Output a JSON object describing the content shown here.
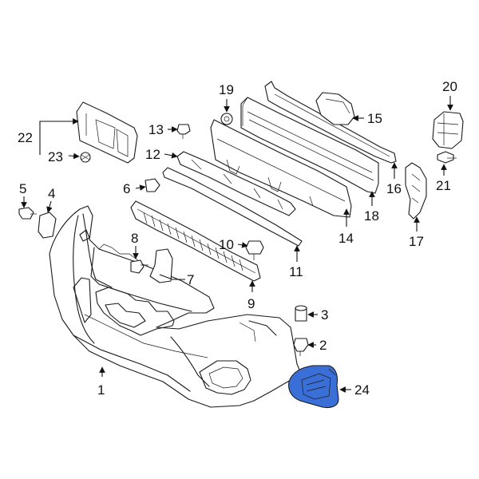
{
  "diagram": {
    "highlight_color": "#3a6fd8",
    "callouts": [
      {
        "key": "c1",
        "label": "1"
      },
      {
        "key": "c2",
        "label": "2"
      },
      {
        "key": "c3",
        "label": "3"
      },
      {
        "key": "c4",
        "label": "4"
      },
      {
        "key": "c5",
        "label": "5"
      },
      {
        "key": "c6",
        "label": "6"
      },
      {
        "key": "c7",
        "label": "7"
      },
      {
        "key": "c8",
        "label": "8"
      },
      {
        "key": "c9",
        "label": "9"
      },
      {
        "key": "c10",
        "label": "10"
      },
      {
        "key": "c11",
        "label": "11"
      },
      {
        "key": "c12",
        "label": "12"
      },
      {
        "key": "c13",
        "label": "13"
      },
      {
        "key": "c14",
        "label": "14"
      },
      {
        "key": "c15",
        "label": "15"
      },
      {
        "key": "c16",
        "label": "16"
      },
      {
        "key": "c17",
        "label": "17"
      },
      {
        "key": "c18",
        "label": "18"
      },
      {
        "key": "c19",
        "label": "19"
      },
      {
        "key": "c20",
        "label": "20"
      },
      {
        "key": "c21",
        "label": "21"
      },
      {
        "key": "c22",
        "label": "22"
      },
      {
        "key": "c23",
        "label": "23"
      },
      {
        "key": "c24",
        "label": "24"
      }
    ]
  }
}
